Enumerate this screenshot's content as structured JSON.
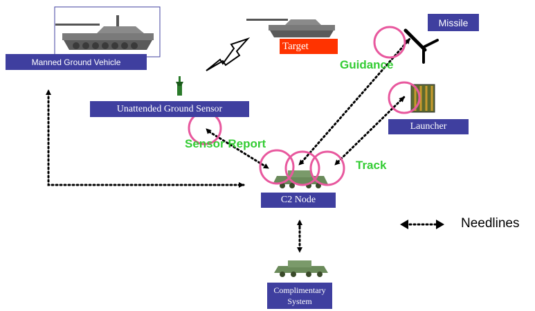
{
  "nodes": {
    "manned_ground_vehicle": "Manned Ground Vehicle",
    "target": "Target",
    "missile": "Missile",
    "unattended_ground_sensor": "Unattended Ground Sensor",
    "launcher": "Launcher",
    "c2_node": "C2 Node",
    "complimentary_system_line1": "Complimentary",
    "complimentary_system_line2": "System"
  },
  "links": {
    "guidance": "Guidance",
    "sensor_report": "Sensor Report",
    "track": "Track"
  },
  "legend": {
    "needlines": "Needlines"
  },
  "colors": {
    "box_fill": "#3f3f9f",
    "target_fill": "#ff3300",
    "label_green": "#33cc33",
    "circle_pink": "#e8589e"
  }
}
